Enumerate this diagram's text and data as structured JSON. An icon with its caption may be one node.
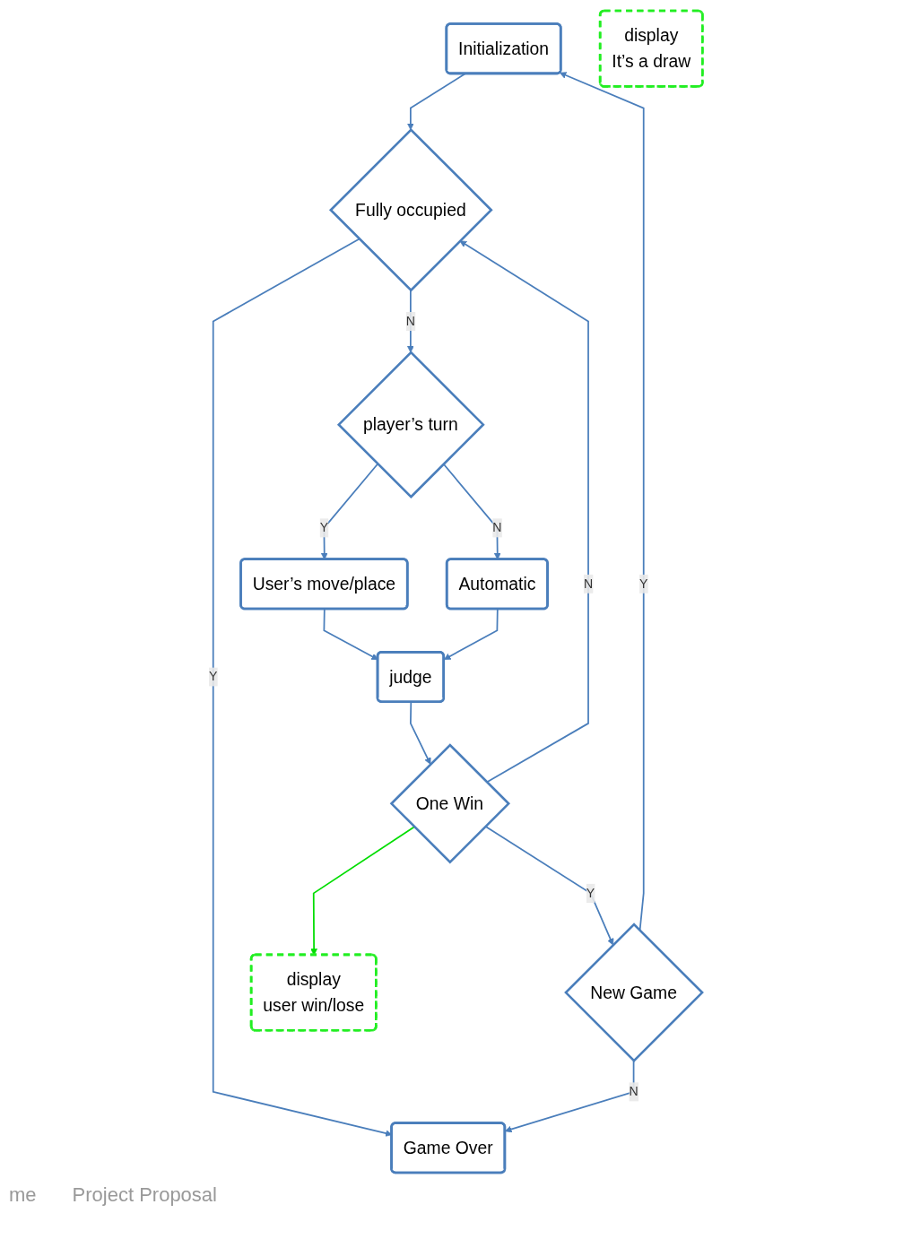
{
  "diagram": {
    "nodes": [
      {
        "text": [
          "Initialization"
        ]
      },
      {
        "text": [
          "Fully occupied"
        ]
      },
      {
        "text": [
          "player’s turn"
        ]
      },
      {
        "text": [
          "User’s move/place"
        ]
      },
      {
        "text": [
          "Automatic"
        ]
      },
      {
        "text": [
          "judge"
        ]
      },
      {
        "text": [
          "One Win"
        ]
      },
      {
        "text": [
          "New Game"
        ]
      },
      {
        "text": [
          "Game Over"
        ]
      },
      {
        "text": [
          "display",
          "user win/lose"
        ]
      },
      {
        "text": [
          "display",
          "It’s a draw"
        ]
      }
    ],
    "edges": [
      {
        "from": 0,
        "to": 1,
        "arrow": "to"
      },
      {
        "from": 1,
        "to": 2,
        "label": "N",
        "arrow": "to"
      },
      {
        "from": 1,
        "to": 8,
        "label": "Y",
        "arrow": "to"
      },
      {
        "from": 2,
        "to": 3,
        "label": "Y",
        "arrow": "to"
      },
      {
        "from": 2,
        "to": 4,
        "label": "N",
        "arrow": "to"
      },
      {
        "from": 3,
        "to": 5,
        "arrow": "to"
      },
      {
        "from": 4,
        "to": 5,
        "arrow": "to"
      },
      {
        "from": 5,
        "to": 6,
        "arrow": "to"
      },
      {
        "from": 6,
        "to": 1,
        "label": "N",
        "arrow": "to"
      },
      {
        "from": 6,
        "to": 7,
        "label": "Y",
        "arrow": "to"
      },
      {
        "from": 6,
        "to": 9,
        "arrow": "to",
        "color": "#00dd00"
      },
      {
        "from": 7,
        "to": 0,
        "label": "Y",
        "arrow": "to"
      },
      {
        "from": 7,
        "to": 8,
        "label": "N",
        "arrow": "to"
      }
    ],
    "labels": [
      "me",
      "Project Proposal"
    ]
  }
}
